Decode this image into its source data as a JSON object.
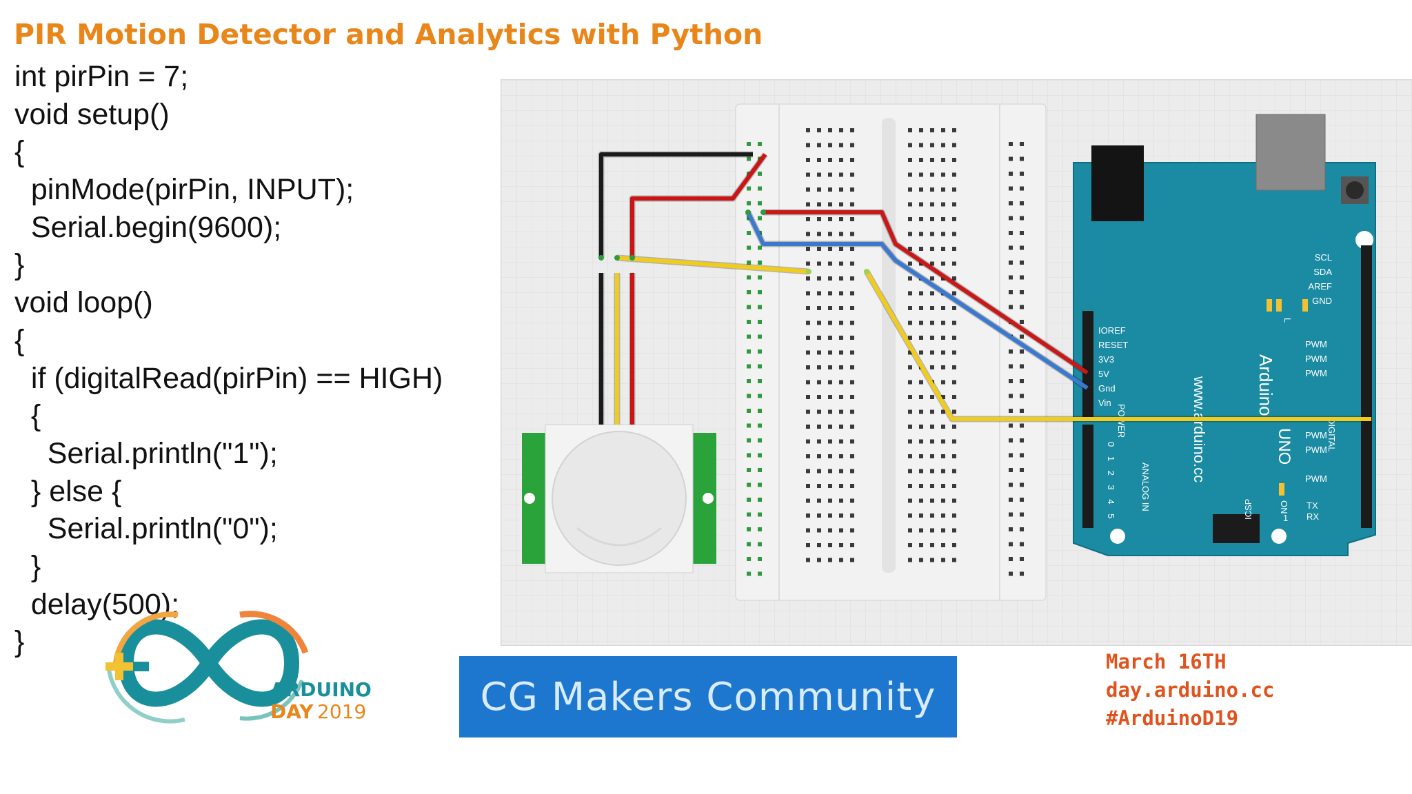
{
  "slide": {
    "title": "PIR Motion Detector and Analytics with Python",
    "code_lines": [
      "int pirPin = 7;",
      "void setup()",
      "{",
      "  pinMode(pirPin, INPUT);",
      "  Serial.begin(9600);",
      "}",
      "void loop()",
      "{",
      "  if (digitalRead(pirPin) == HIGH)",
      "  {",
      "    Serial.println(\"1\");",
      "  } else {",
      "    Serial.println(\"0\");",
      "  }",
      "  delay(500);",
      "}"
    ]
  },
  "board": {
    "brand": "Arduino",
    "model": "UNO",
    "url": "www.arduino.cc",
    "power_labels": [
      "IOREF",
      "RESET",
      "3V3",
      "5V",
      "Gnd",
      "Vin"
    ],
    "power_header": "POWER",
    "analog_header": "ANALOG IN",
    "analog_pins": "0 1 2 3 4 5",
    "digital_header": "DIGITAL",
    "digital_labels": [
      "SCL",
      "SDA",
      "AREF",
      "GND"
    ],
    "pwm_label": "PWM",
    "tx_label": "TX",
    "rx_label": "RX",
    "led_l": "L",
    "on_label": "ON",
    "icsp": "ICSP",
    "one": "1"
  },
  "wire_colors": {
    "ground": "#1a1a1a",
    "power": "#cc1414",
    "signal": "#f2cc1a",
    "power_rail": "#c81818",
    "ground_rail": "#3b79cf"
  },
  "logo": {
    "line1": "ARDUINO",
    "line2_a": "DAY",
    "line2_b": "2019"
  },
  "banner": {
    "text": "CG Makers Community"
  },
  "event": {
    "date": "March 16TH",
    "site": "day.arduino.cc",
    "hashtag": "#ArduinoD19"
  }
}
